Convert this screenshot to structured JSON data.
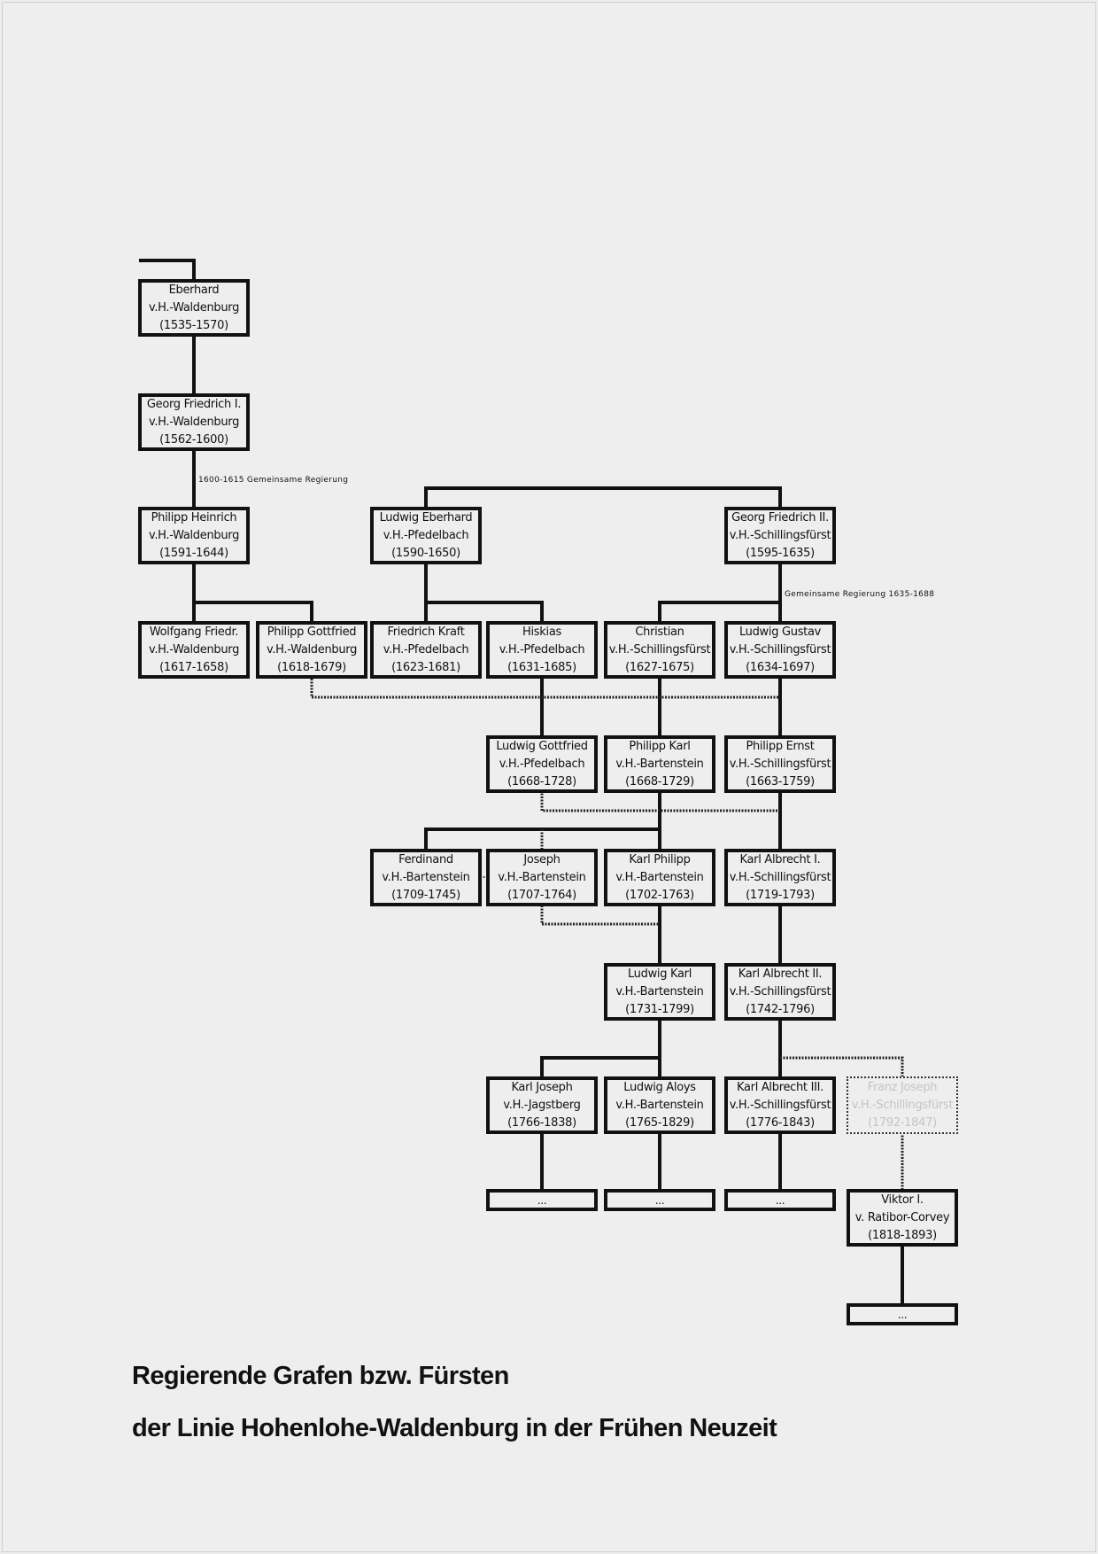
{
  "title": {
    "line1": "Regierende Grafen bzw. Fürsten",
    "line2": "der Linie Hohenlohe-Waldenburg in der Frühen Neuzeit"
  },
  "notes": {
    "joint_rule_1": "1600-1615 Gemeinsame Regierung",
    "joint_rule_2": "Gemeinsame Regierung 1635-1688"
  },
  "ellipsis": "...",
  "persons": [
    {
      "name": "Eberhard",
      "line": "v.H.-Waldenburg",
      "years": "(1535-1570)"
    },
    {
      "name": "Georg Friedrich I.",
      "line": "v.H.-Waldenburg",
      "years": "(1562-1600)"
    },
    {
      "name": "Philipp Heinrich",
      "line": "v.H.-Waldenburg",
      "years": "(1591-1644)"
    },
    {
      "name": "Ludwig Eberhard",
      "line": "v.H.-Pfedelbach",
      "years": "(1590-1650)"
    },
    {
      "name": "Georg Friedrich II.",
      "line": "v.H.-Schillingsfürst",
      "years": "(1595-1635)"
    },
    {
      "name": "Wolfgang Friedr.",
      "line": "v.H.-Waldenburg",
      "years": "(1617-1658)"
    },
    {
      "name": "Philipp Gottfried",
      "line": "v.H.-Waldenburg",
      "years": "(1618-1679)"
    },
    {
      "name": "Friedrich Kraft",
      "line": "v.H.-Pfedelbach",
      "years": "(1623-1681)"
    },
    {
      "name": "Hiskias",
      "line": "v.H.-Pfedelbach",
      "years": "(1631-1685)"
    },
    {
      "name": "Christian",
      "line": "v.H.-Schillingsfürst",
      "years": "(1627-1675)"
    },
    {
      "name": "Ludwig Gustav",
      "line": "v.H.-Schillingsfürst",
      "years": "(1634-1697)"
    },
    {
      "name": "Ludwig Gottfried",
      "line": "v.H.-Pfedelbach",
      "years": "(1668-1728)"
    },
    {
      "name": "Philipp Karl",
      "line": "v.H.-Bartenstein",
      "years": "(1668-1729)"
    },
    {
      "name": "Philipp Ernst",
      "line": "v.H.-Schillingsfürst",
      "years": "(1663-1759)"
    },
    {
      "name": "Ferdinand",
      "line": "v.H.-Bartenstein",
      "years": "(1709-1745)"
    },
    {
      "name": "Joseph",
      "line": "v.H.-Bartenstein",
      "years": "(1707-1764)"
    },
    {
      "name": "Karl Philipp",
      "line": "v.H.-Bartenstein",
      "years": "(1702-1763)"
    },
    {
      "name": "Karl Albrecht I.",
      "line": "v.H.-Schillingsfürst",
      "years": "(1719-1793)"
    },
    {
      "name": "Ludwig Karl",
      "line": "v.H.-Bartenstein",
      "years": "(1731-1799)"
    },
    {
      "name": "Karl Albrecht II.",
      "line": "v.H.-Schillingsfürst",
      "years": "(1742-1796)"
    },
    {
      "name": "Karl Joseph",
      "line": "v.H.-Jagstberg",
      "years": "(1766-1838)"
    },
    {
      "name": "Ludwig Aloys",
      "line": "v.H.-Bartenstein",
      "years": "(1765-1829)"
    },
    {
      "name": "Karl Albrecht III.",
      "line": "v.H.-Schillingsfürst",
      "years": "(1776-1843)"
    },
    {
      "name": "Franz Joseph",
      "line": "v.H.-Schillingsfürst",
      "years": "(1792-1847)"
    },
    {
      "name": "Viktor I.",
      "line": "v. Ratibor-Corvey",
      "years": "(1818-1893)"
    }
  ]
}
